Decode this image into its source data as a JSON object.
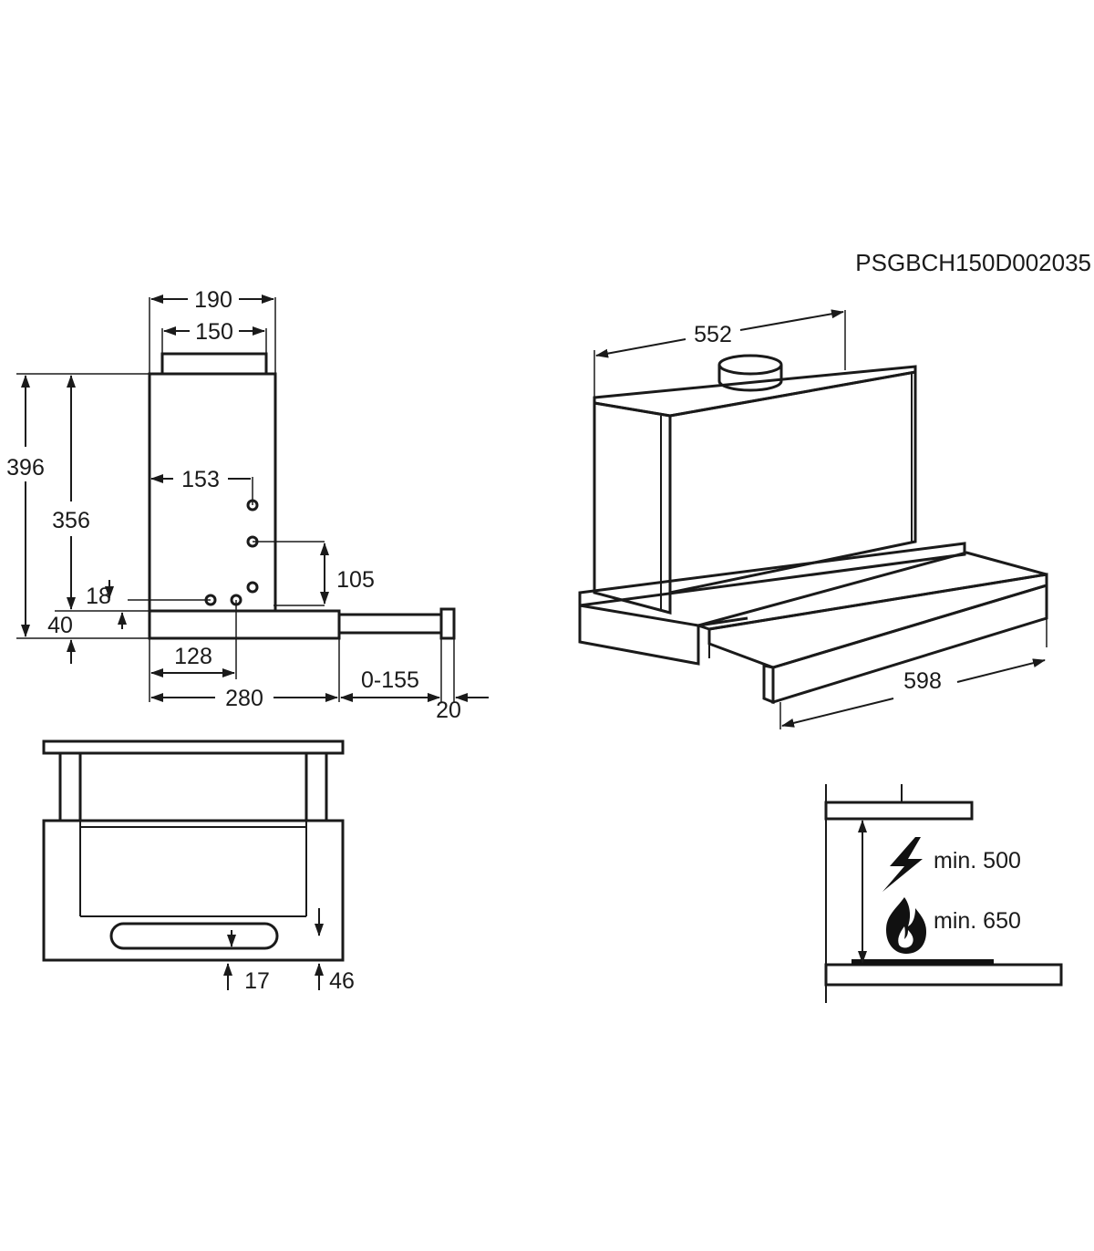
{
  "document_code": "PSGBCH150D002035",
  "side_view": {
    "width_total": "190",
    "width_outlet": "150",
    "height_total": "396",
    "height_body": "356",
    "hole_offset_x": "153",
    "hole_height": "105",
    "bottom_gap": "18",
    "bottom_thickness": "40",
    "hole_x_bottom": "128",
    "depth": "280",
    "extension": "0-155",
    "front_thickness": "20"
  },
  "front_view": {
    "bottom_a": "17",
    "bottom_b": "46"
  },
  "iso_view": {
    "width_top": "552",
    "width_front": "598"
  },
  "clearance": {
    "electric_label": "min. 500",
    "gas_label": "min. 650",
    "electric_icon": "lightning-bolt-icon",
    "gas_icon": "flame-icon"
  }
}
